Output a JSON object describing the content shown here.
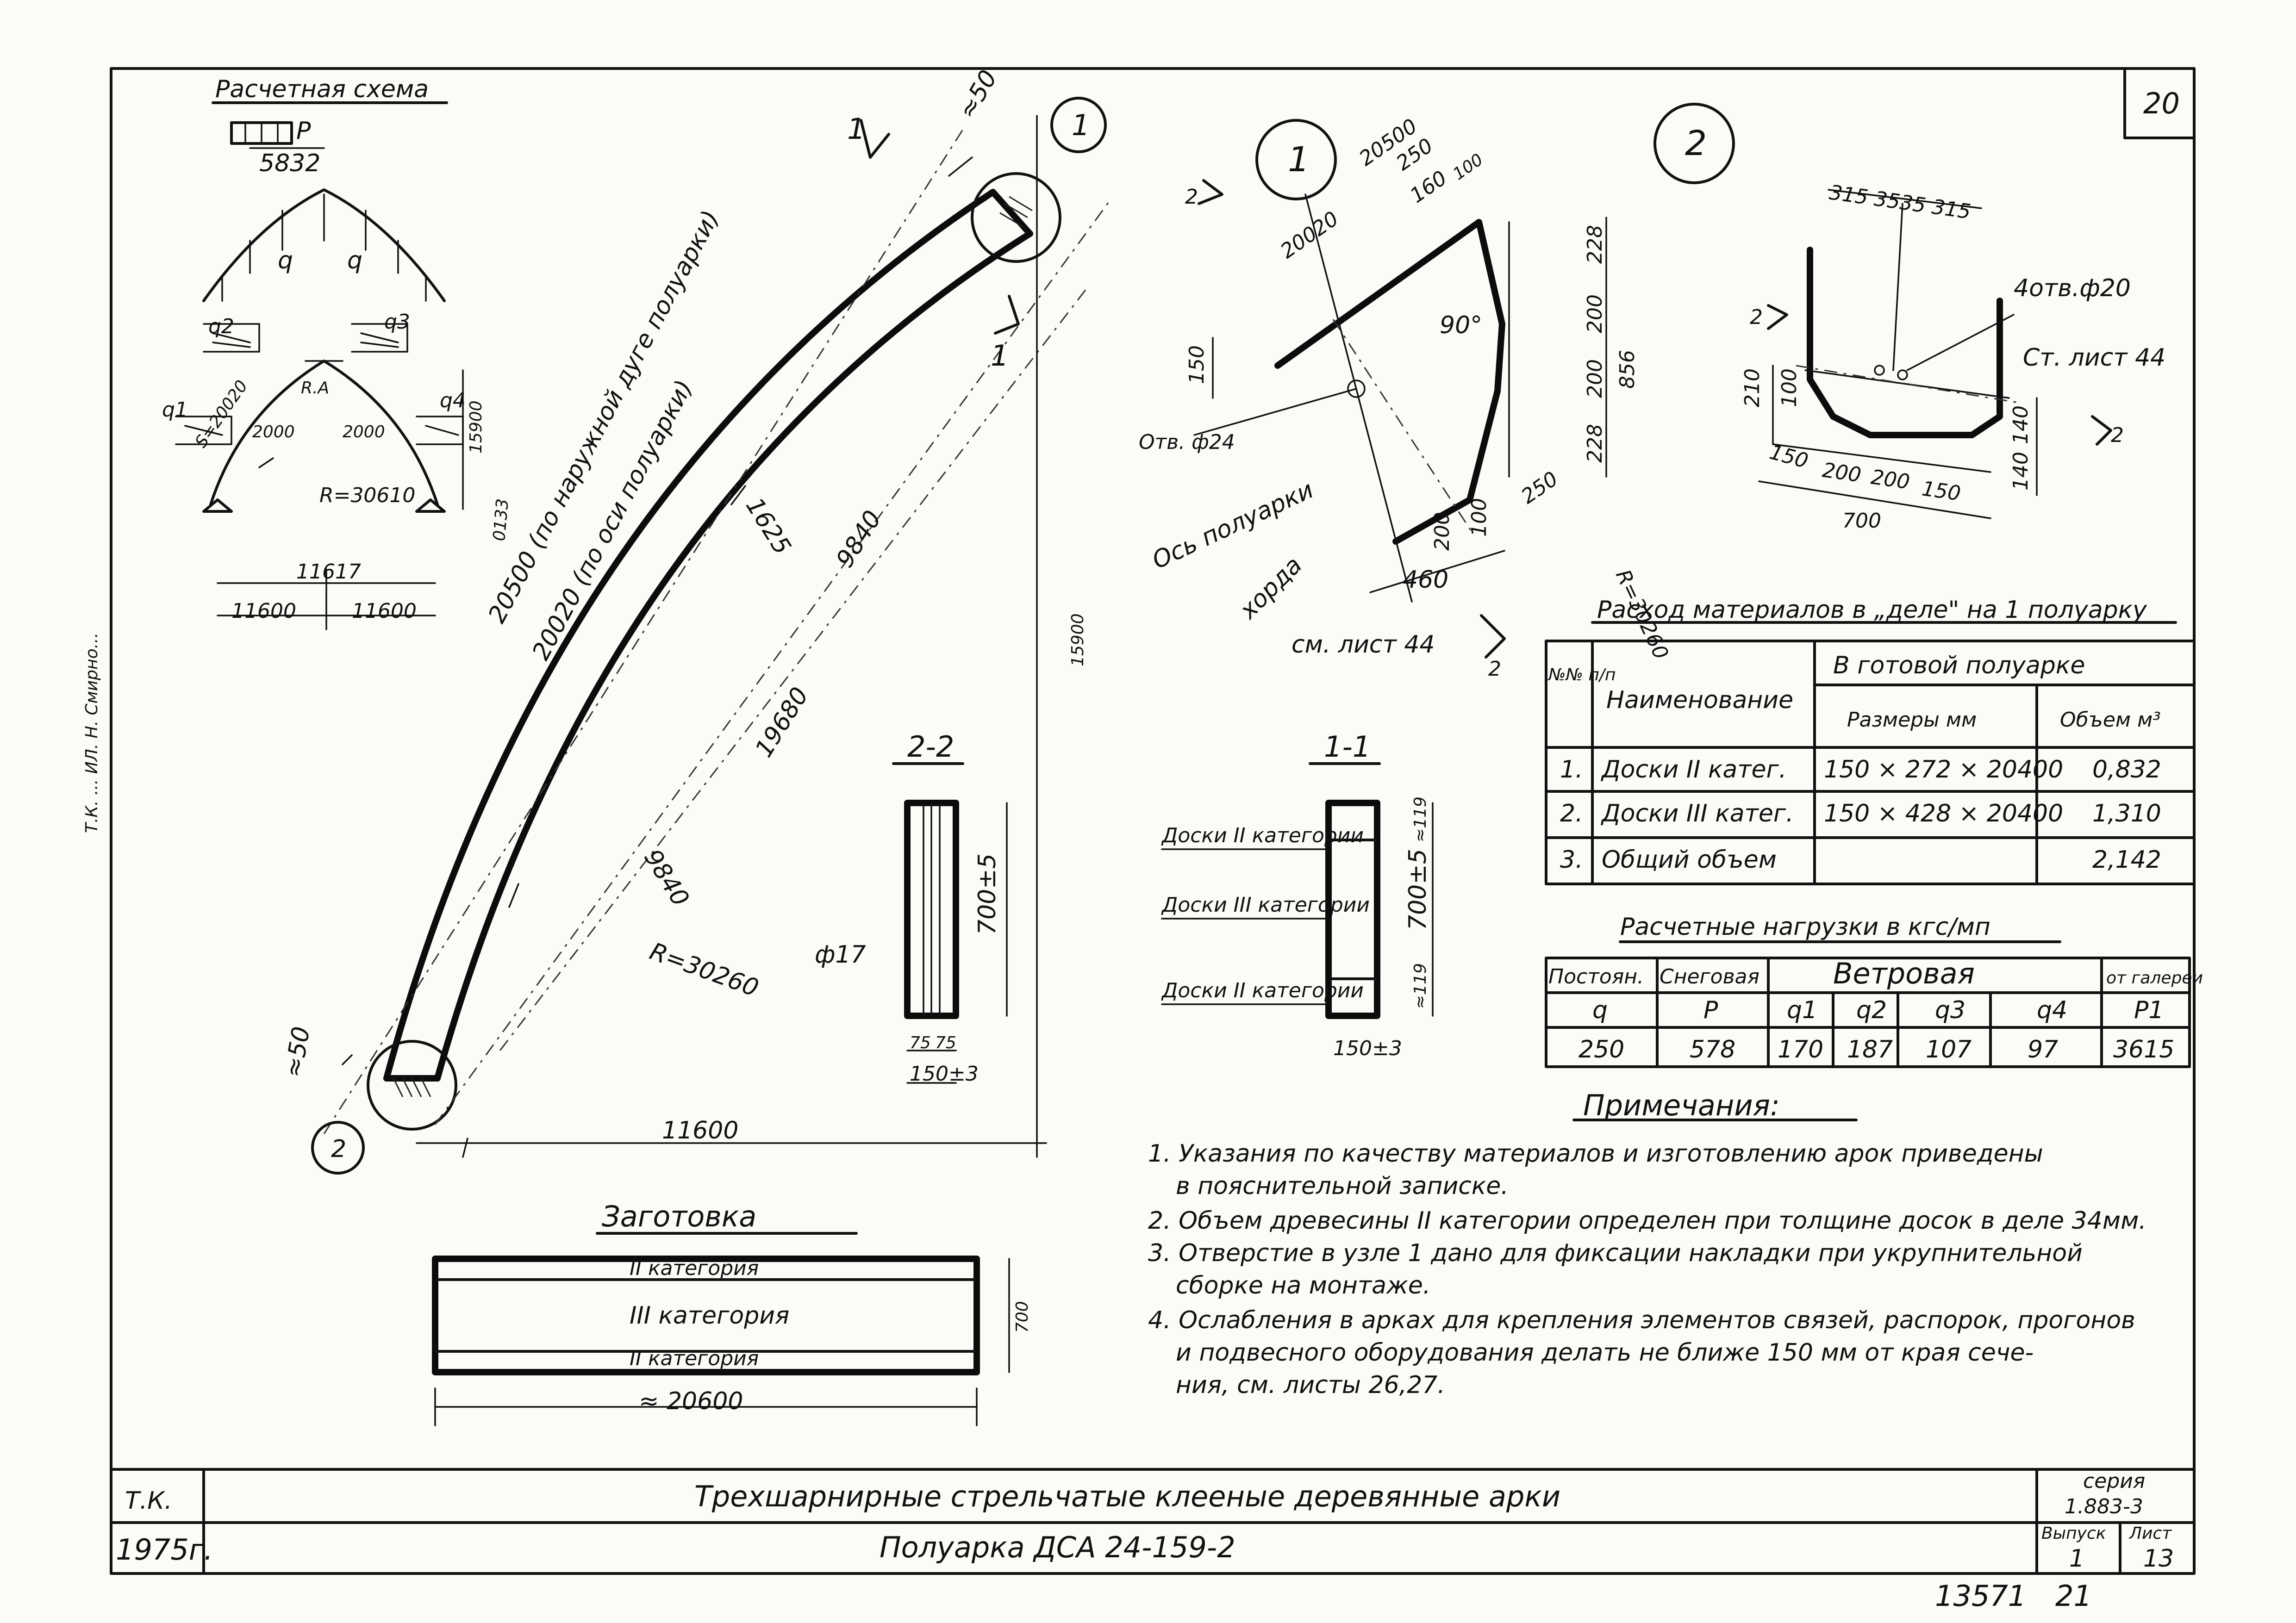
{
  "page": {
    "sheet_number": "20",
    "stamp_text": "Т.К. ... ИЛ. Н. Смирно...",
    "footer_code": "13571",
    "footer_page": "21"
  },
  "calc_scheme": {
    "title": "Расчетная схема",
    "load_p": "P",
    "width_top": "5832",
    "q_left": "q",
    "q_right": "q",
    "q1": "q1",
    "q2": "q2",
    "q3": "q3",
    "q4": "q4",
    "s_label": "S=20020",
    "ra_label": "R.A",
    "d2000_left": "2000",
    "d2000_right": "2000",
    "radius": "R=30610",
    "height": "15900",
    "span_total": "11617",
    "span_left": "11600",
    "span_right": "11600",
    "top_dim": "0133"
  },
  "arch": {
    "label_outer": "20500 (по наружной дуге полуарки)",
    "label_axis": "20020 (по оси полуарки)",
    "d1625": "1625",
    "d9840_top": "9840",
    "d9840_bottom": "9840",
    "chord": "19680",
    "radius": "R=30260",
    "height": "15900",
    "span": "11600",
    "top_offset": "≈50",
    "bottom_offset": "≈50",
    "node1": "1",
    "node2": "2",
    "sec1": "1",
    "sec2": "2"
  },
  "section_22": {
    "title": "2-2",
    "phi": "ф17",
    "height": "700±5",
    "w1": "75",
    "w2": "75",
    "width": "150±3"
  },
  "section_11": {
    "title": "1-1",
    "board_top": "Доски II категории",
    "board_mid": "Доски III категории",
    "board_bottom": "Доски II категории",
    "d_top": "≈119",
    "d_bottom": "≈119",
    "height": "700±5",
    "width": "150±3"
  },
  "node1": {
    "marker": "1",
    "d20500": "20500",
    "d250": "250",
    "d160": "160",
    "d100": "100",
    "d20020": "20020",
    "d150": "150",
    "angle": "90°",
    "hole": "Отв. ф24",
    "axis": "Ось полуарки",
    "chord": "хорда",
    "d460": "460",
    "d200": "200",
    "d100b": "100",
    "d250b": "250",
    "d228a": "228",
    "d200a": "200",
    "d200b": "200",
    "d228b": "228",
    "d856": "856",
    "radius": "R=30260",
    "see_sheet": "см. лист 44",
    "sec_top": "2",
    "sec_bottom": "2"
  },
  "node2": {
    "marker": "2",
    "top_dims": "315 3535 315",
    "holes": "4отв.ф20",
    "sheet": "Ст. лист 44",
    "d210": "210",
    "d100": "100",
    "d150a": "150",
    "d200a": "200",
    "d200b": "200",
    "d150b": "150",
    "d700": "700",
    "d140a": "140",
    "d140b": "140",
    "sec_left": "2",
    "sec_right": "2"
  },
  "materials": {
    "title": "Расход материалов в „деле\" на 1 полуарку",
    "col_num": "№№ п/п",
    "col_name": "Наименование",
    "col_group": "В готовой полуарке",
    "col_size": "Размеры мм",
    "col_volume": "Объем м³",
    "rows": [
      {
        "num": "1.",
        "name": "Доски II катег.",
        "size": "150 × 272 × 20400",
        "volume": "0,832"
      },
      {
        "num": "2.",
        "name": "Доски III катег.",
        "size": "150 × 428 × 20400",
        "volume": "1,310"
      },
      {
        "num": "3.",
        "name": "Общий объем",
        "size": "",
        "volume": "2,142"
      }
    ]
  },
  "loads": {
    "title": "Расчетные нагрузки в кгс/мп",
    "h_const": "Постоян.",
    "h_snow": "Снеговая",
    "h_wind": "Ветровая",
    "h_gallery": "от галереи",
    "s_const": "q",
    "s_snow": "P",
    "s_q1": "q1",
    "s_q2": "q2",
    "s_q3": "q3",
    "s_q4": "q4",
    "s_p1": "P1",
    "values": [
      "250",
      "578",
      "170",
      "187",
      "107",
      "97",
      "3615"
    ]
  },
  "notes": {
    "title": "Примечания:",
    "lines": [
      "1. Указания по качеству материалов и изготовлению арок приведены",
      "в пояснительной записке.",
      "2. Объем древесины II категории определен при толщине досок в деле 34мм.",
      "3. Отверстие в узле 1 дано для фиксации накладки при укрупнительной",
      "сборке на монтаже.",
      "4. Ослабления в арках для крепления элементов связей, распорок, прогонов",
      "и подвесного оборудования делать не ближе 150 мм от края сече-",
      "ния, см. листы 26,27."
    ]
  },
  "blank": {
    "title": "Заготовка",
    "cat_top": "II категория",
    "cat_mid": "III категория",
    "cat_bottom": "II категория",
    "height": "700",
    "length": "≈ 20600"
  },
  "title_block": {
    "tk": "Т.К.",
    "year": "1975г.",
    "title": "Трехшарнирные стрельчатые клееные деревянные арки",
    "subtitle": "Полуарка ДСА 24-159-2",
    "series_label": "серия",
    "series": "1.883-3",
    "issue_label": "Выпуск",
    "issue": "1",
    "sheet_label": "Лист",
    "sheet": "13"
  }
}
